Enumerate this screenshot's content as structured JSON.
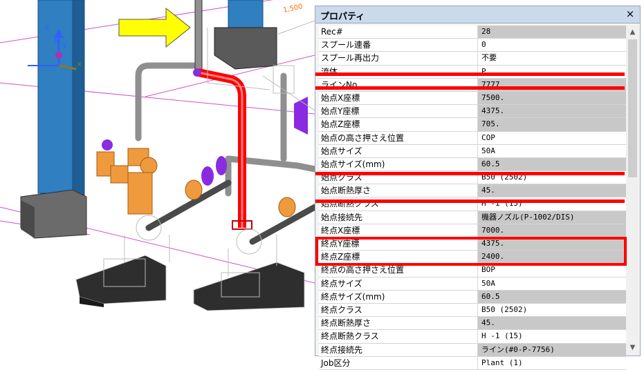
{
  "viewport": {
    "axis": {
      "z": "z",
      "y": "Y",
      "x": "x",
      "n": "N"
    },
    "dimension_label": "1,500",
    "colors": {
      "steel": "#2f7fc1",
      "highlight_pipe": "#ff0000",
      "arrow": "#ffff00",
      "valve": "#f09a3e",
      "purple": "#8a2be2",
      "base": "#4a4a4a"
    }
  },
  "panel": {
    "title": "プロパティ",
    "close_label": "×",
    "scroll_up": "▲",
    "scroll_down": "▼",
    "rows": [
      {
        "name": "Rec#",
        "value": "28",
        "shade": "gray"
      },
      {
        "name": "スプール連番",
        "value": "0",
        "shade": "white"
      },
      {
        "name": "スプール再出力",
        "value": "不要",
        "shade": "white"
      },
      {
        "name": "流体",
        "value": "P",
        "shade": "white"
      },
      {
        "name": "ラインNo.",
        "value": "7777",
        "shade": "gray"
      },
      {
        "name": "始点X座標",
        "value": "7500.",
        "shade": "gray"
      },
      {
        "name": "始点Y座標",
        "value": "4375.",
        "shade": "gray"
      },
      {
        "name": "始点Z座標",
        "value": "705.",
        "shade": "gray"
      },
      {
        "name": "始点の高さ押さえ位置",
        "value": "COP",
        "shade": "white"
      },
      {
        "name": "始点サイズ",
        "value": "50A",
        "shade": "white"
      },
      {
        "name": "始点サイズ(mm)",
        "value": "60.5",
        "shade": "gray"
      },
      {
        "name": "始点クラス",
        "value": "B50 (2502)",
        "shade": "white"
      },
      {
        "name": "始点断熱厚さ",
        "value": "45.",
        "shade": "gray"
      },
      {
        "name": "始点断熱クラス",
        "value": "H -1 (15)",
        "shade": "white"
      },
      {
        "name": "始点接続先",
        "value": "機器ノズル(P-1002/DIS)",
        "shade": "gray"
      },
      {
        "name": "終点X座標",
        "value": "7000.",
        "shade": "gray"
      },
      {
        "name": "終点Y座標",
        "value": "4375.",
        "shade": "gray"
      },
      {
        "name": "終点Z座標",
        "value": "2400.",
        "shade": "gray"
      },
      {
        "name": "終点の高さ押さえ位置",
        "value": "BOP",
        "shade": "white"
      },
      {
        "name": "終点サイズ",
        "value": "50A",
        "shade": "white"
      },
      {
        "name": "終点サイズ(mm)",
        "value": "60.5",
        "shade": "gray"
      },
      {
        "name": "終点クラス",
        "value": "B50 (2502)",
        "shade": "white"
      },
      {
        "name": "終点断熱厚さ",
        "value": "45.",
        "shade": "gray"
      },
      {
        "name": "終点断熱クラス",
        "value": "H -1 (15)",
        "shade": "white"
      },
      {
        "name": "終点接続先",
        "value": "ライン(#0-P-7756)",
        "shade": "gray"
      },
      {
        "name": "Job区分",
        "value": "Plant (1)",
        "shade": "white"
      }
    ]
  }
}
